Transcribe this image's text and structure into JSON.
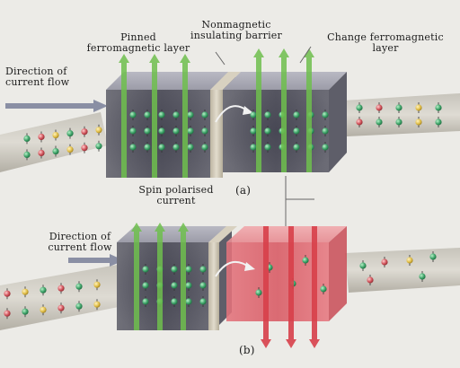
{
  "labels": {
    "pinned_layer": "Pinned\nferromagnetic layer",
    "barrier": "Nonmagnetic\ninsulating barrier",
    "change_layer": "Change ferromagnetic\nlayer",
    "direction_a": "Direction of\ncurrent flow",
    "direction_b": "Direction of\ncurrent flow",
    "spin_current": "Spin polarised\ncurrent",
    "caption_a": "(a)",
    "caption_b": "(b)"
  },
  "colors": {
    "background": "#ecebe7",
    "layer_gray": "#7c7c86",
    "layer_red": "#e0606a",
    "spin_green": "#3fa46a",
    "spin_red": "#d2545c",
    "spin_yellow": "#e2c04a",
    "arrow_green": "#6fbf4e",
    "arrow_red": "#d8404a"
  },
  "icons": {
    "spin_dot": "electron-spin-icon",
    "field_up": "magnetization-up-arrow-icon",
    "field_down": "magnetization-down-arrow-icon",
    "current": "current-flow-arrow-icon"
  }
}
